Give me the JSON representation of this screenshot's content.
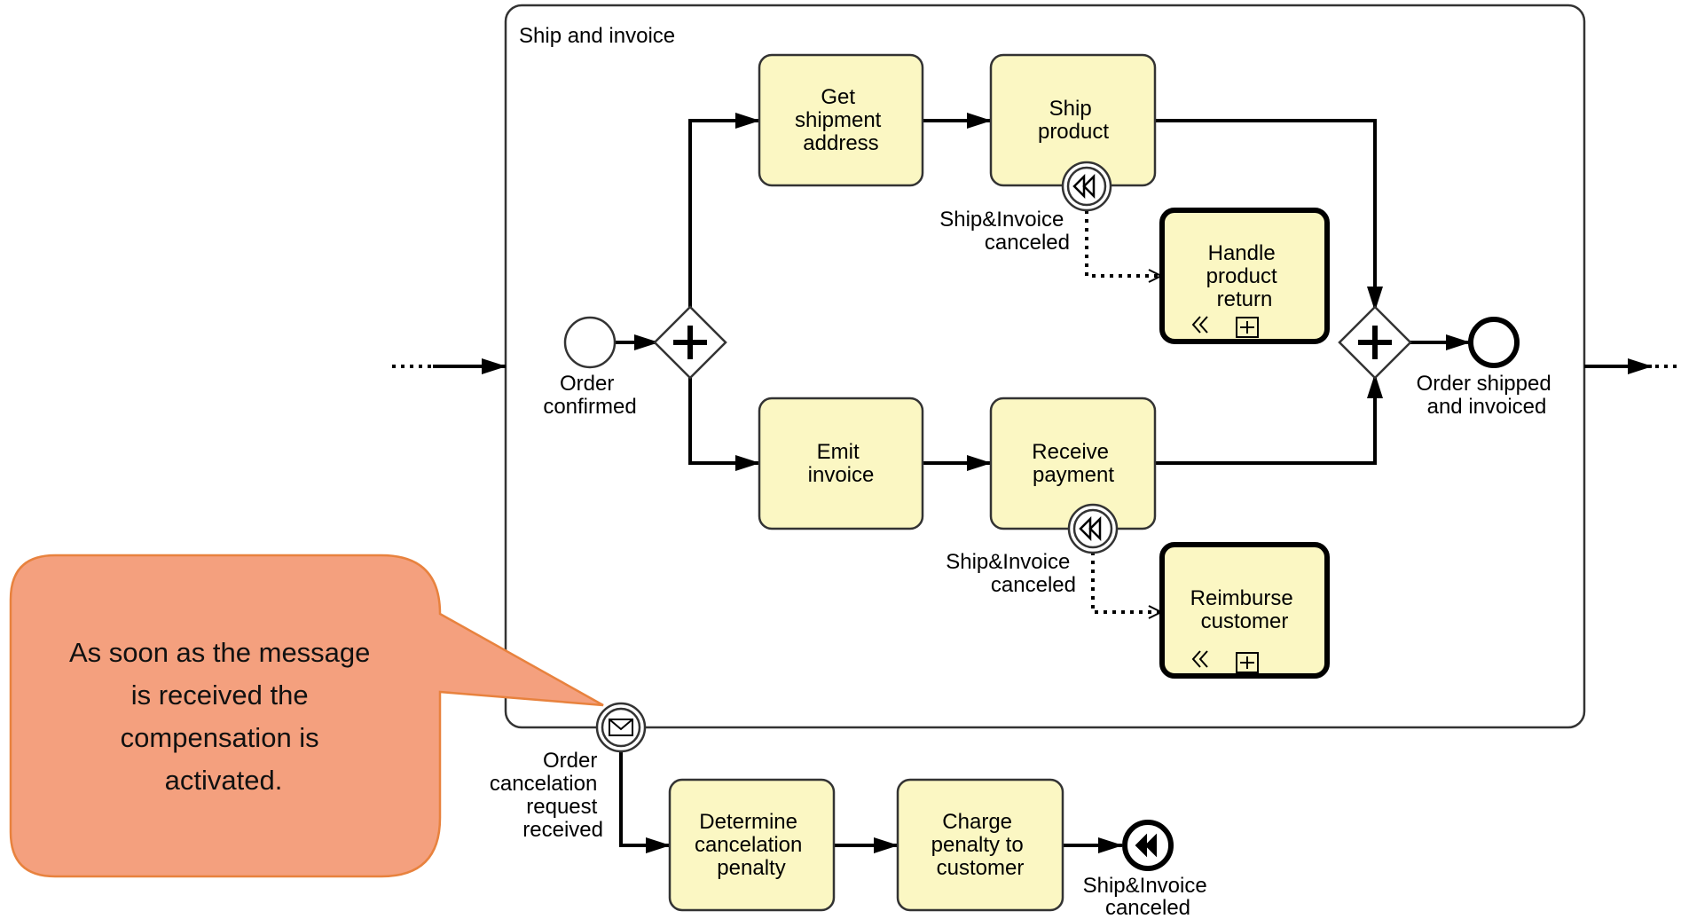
{
  "subprocess": {
    "title": "Ship and invoice"
  },
  "tasks": {
    "get_address": [
      "Get",
      "shipment",
      "address"
    ],
    "ship_product": [
      "Ship",
      "product"
    ],
    "handle_return": [
      "Handle",
      "product",
      "return"
    ],
    "emit_invoice": [
      "Emit",
      "invoice"
    ],
    "receive_payment": [
      "Receive",
      "payment"
    ],
    "reimburse": [
      "Reimburse",
      "customer"
    ],
    "determine_penalty": [
      "Determine",
      "cancelation",
      "penalty"
    ],
    "charge_penalty": [
      "Charge",
      "penalty to",
      "customer"
    ]
  },
  "events": {
    "start": [
      "Order",
      "confirmed"
    ],
    "end": [
      "Order shipped",
      "and invoiced"
    ],
    "comp_boundary_1": [
      "Ship&Invoice",
      "canceled"
    ],
    "comp_boundary_2": [
      "Ship&Invoice",
      "canceled"
    ],
    "message_boundary": [
      "Order",
      "cancelation",
      "request",
      "received"
    ],
    "comp_end": [
      "Ship&Invoice",
      "canceled"
    ]
  },
  "callout": {
    "lines": [
      "As soon as the message",
      "is received  the",
      "compensation is",
      "activated."
    ],
    "fill": "#f4a07e",
    "stroke": "#e8823e"
  },
  "colors": {
    "task_fill": "#fbf7c3",
    "task_stroke": "#333333"
  }
}
